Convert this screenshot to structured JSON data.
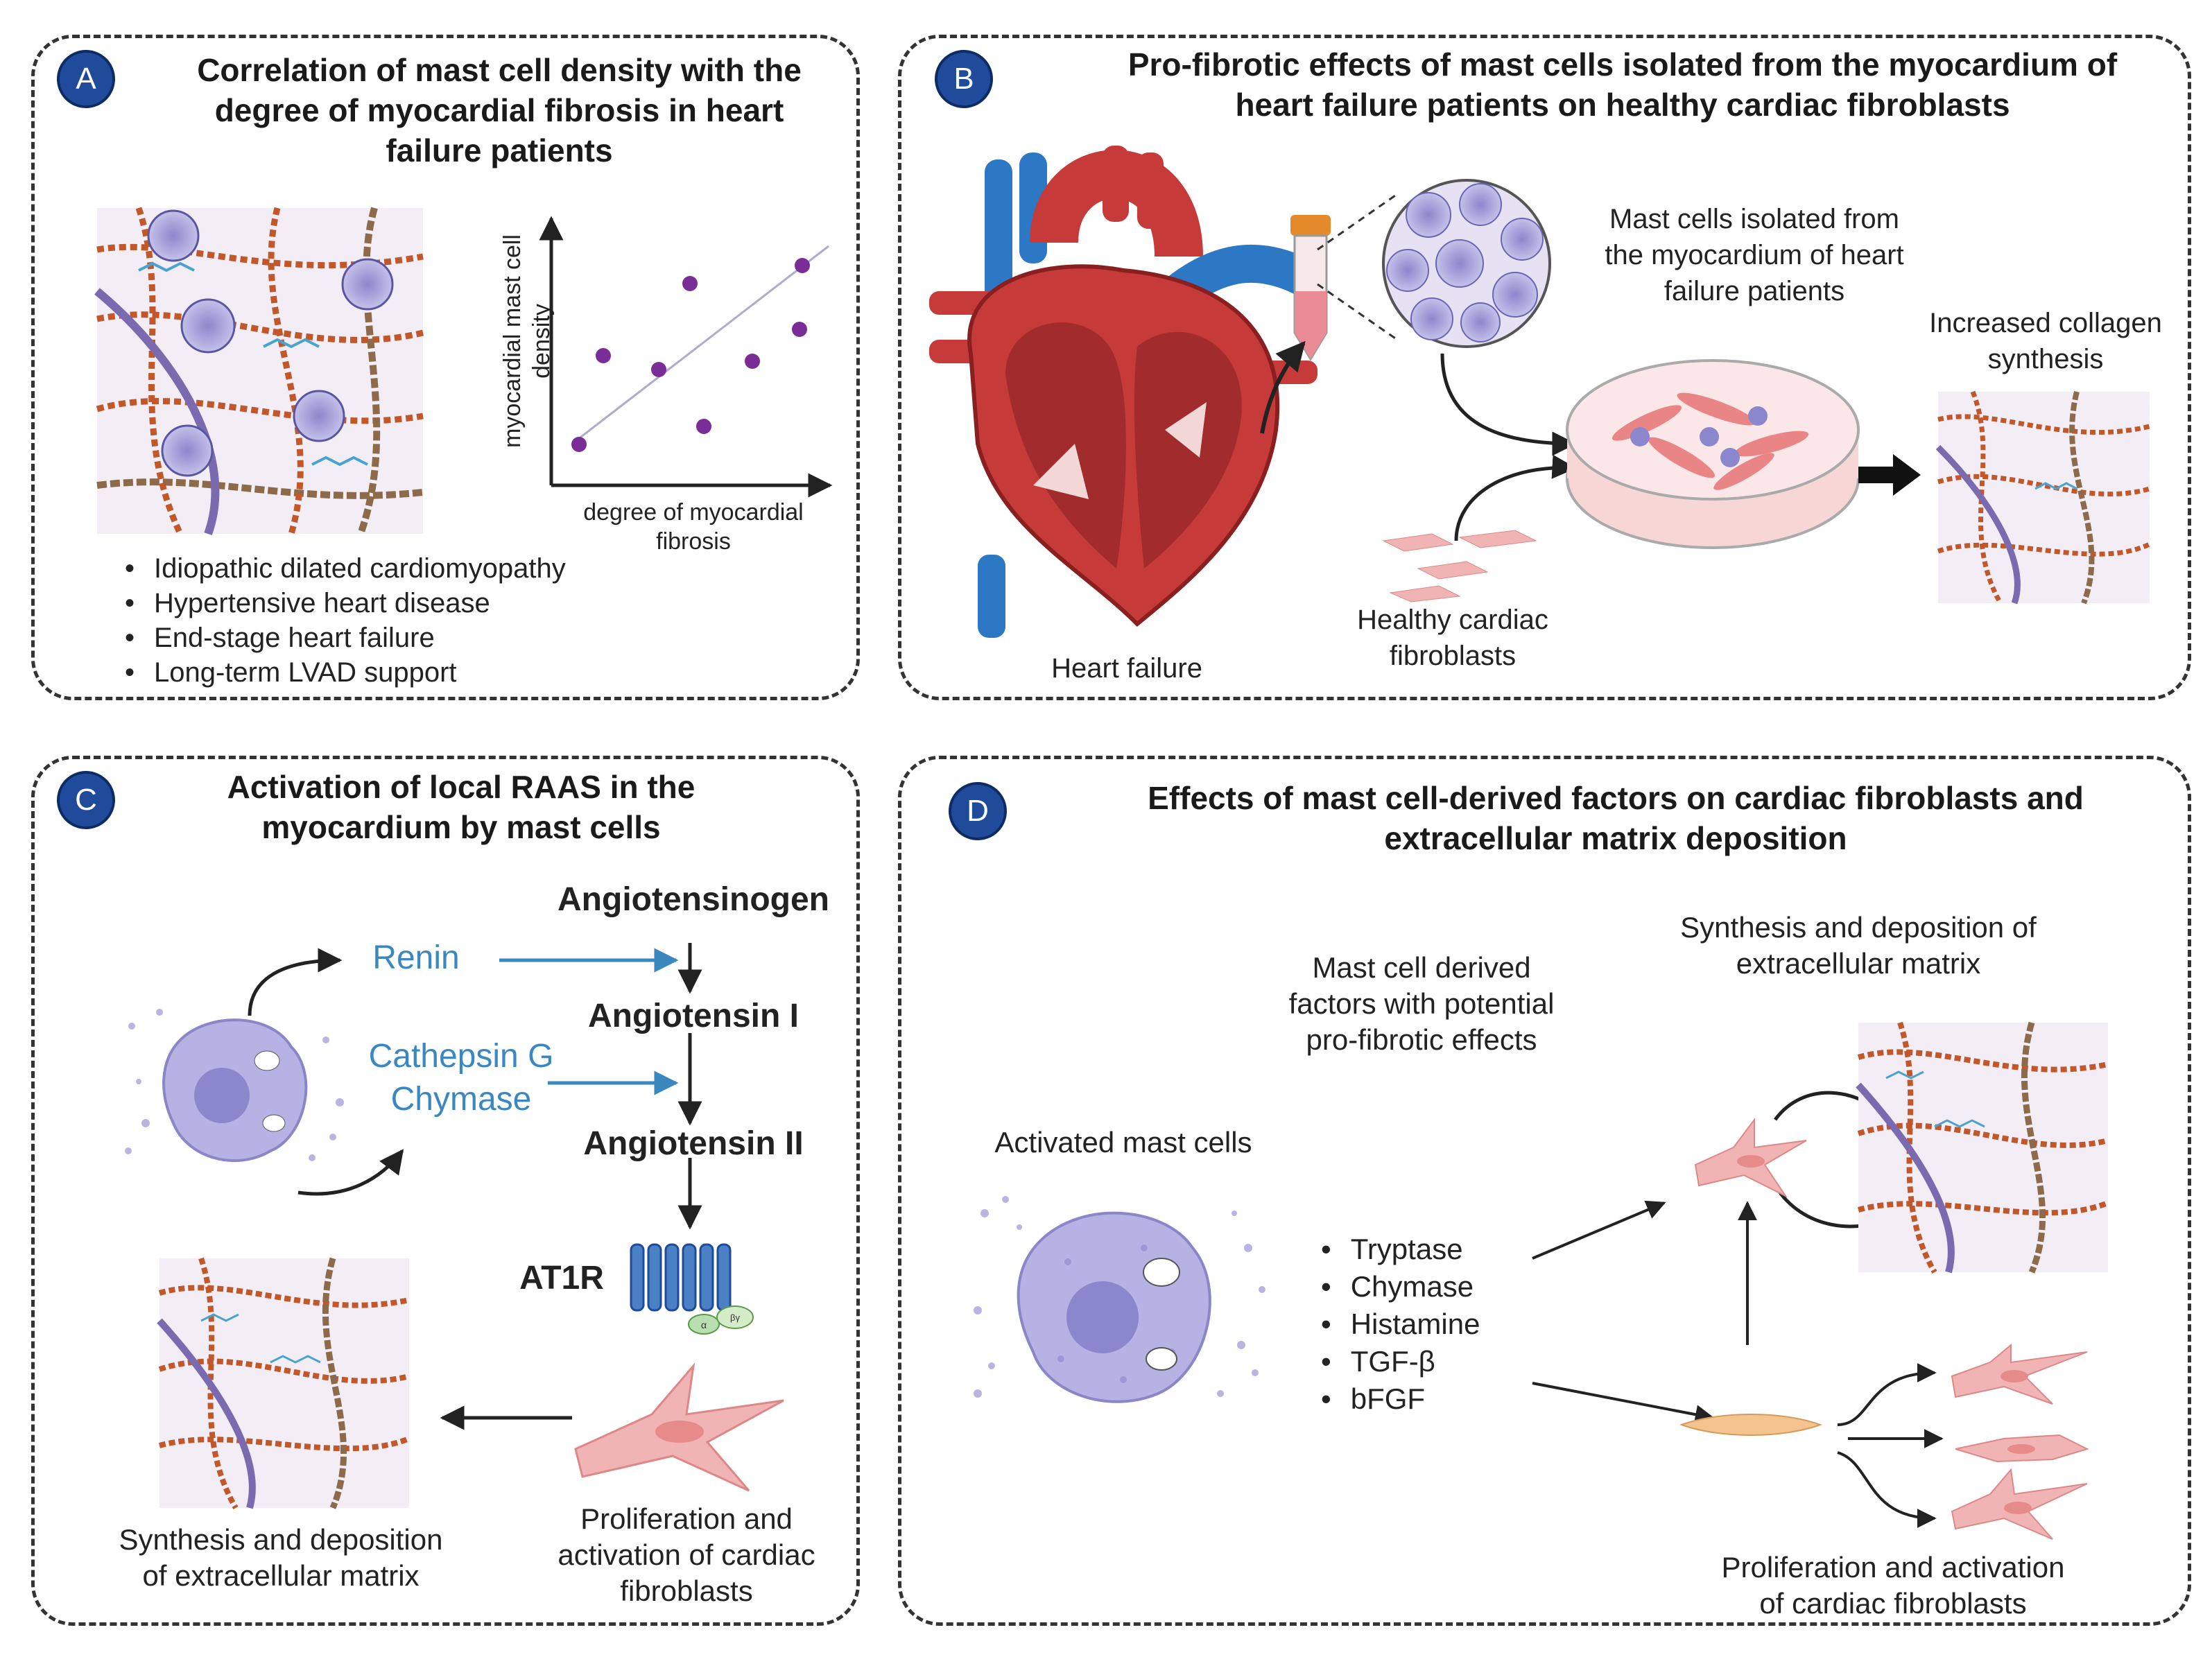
{
  "panels": {
    "a": {
      "badge": "A",
      "title_lines": [
        "Correlation of mast cell density with the",
        "degree of myocardial fibrosis in heart",
        "failure patients"
      ],
      "y_axis_lines": [
        "myocardial mast cell",
        "density"
      ],
      "x_axis_lines": [
        "degree of myocardial",
        "fibrosis"
      ],
      "conditions": [
        "Idiopathic dilated cardiomyopathy",
        "Hypertensive heart disease",
        "End-stage heart failure",
        "Long-term LVAD support"
      ]
    },
    "b": {
      "badge": "B",
      "title_lines": [
        "Pro-fibrotic effects of mast cells isolated from the myocardium of",
        "heart failure patients on healthy cardiac fibroblasts"
      ],
      "isolated_lines": [
        "Mast cells isolated from",
        "the myocardium of heart",
        "failure patients"
      ],
      "collagen_lines": [
        "Increased collagen",
        "synthesis"
      ],
      "heart_label": "Heart failure",
      "fibroblast_lines": [
        "Healthy cardiac",
        "fibroblasts"
      ]
    },
    "c": {
      "badge": "C",
      "title_lines": [
        "Activation of local RAAS in the",
        "myocardium by mast cells"
      ],
      "angiotensinogen": "Angiotensinogen",
      "renin": "Renin",
      "angiotensin1": "Angiotensin I",
      "cathepsin": "Cathepsin G",
      "chymase": "Chymase",
      "angiotensin2": "Angiotensin II",
      "at1r": "AT1R",
      "protein_alpha": "α",
      "protein_bg": "βγ",
      "synthesis_lines": [
        "Synthesis and deposition",
        "of extracellular matrix"
      ],
      "prolif_lines": [
        "Proliferation and",
        "activation of cardiac",
        "fibroblasts"
      ]
    },
    "d": {
      "badge": "D",
      "title_lines": [
        "Effects of mast cell-derived factors on cardiac fibroblasts and",
        "extracellular matrix deposition"
      ],
      "factors_lines": [
        "Mast cell derived",
        "factors with potential",
        "pro-fibrotic effects"
      ],
      "synthesis_lines": [
        "Synthesis and deposition of",
        "extracellular matrix"
      ],
      "activated": "Activated mast cells",
      "factors": [
        "Tryptase",
        "Chymase",
        "Histamine",
        "TGF-β",
        "bFGF"
      ],
      "prolif_lines": [
        "Proliferation and activation",
        "of cardiac fibroblasts"
      ]
    }
  },
  "colors": {
    "badge": "#1f4b9a",
    "blue_text": "#3b87c0",
    "scatter_point": "#7b2d97",
    "collagen": "#c2572a",
    "mast_cell": "#a8a4d8",
    "fibroblast": "#f1b4b4",
    "heart_red": "#c63a3a",
    "vessel_blue": "#2d78c4"
  }
}
